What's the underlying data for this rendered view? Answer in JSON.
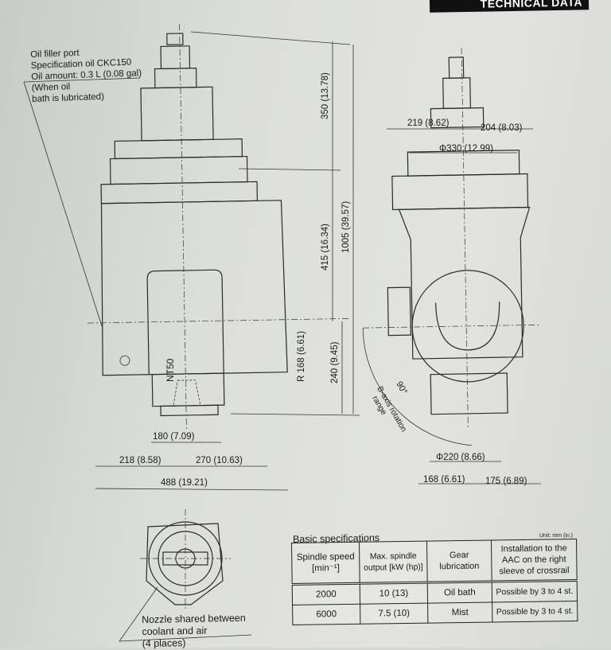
{
  "header": {
    "title": "TECHNICAL DATA"
  },
  "notes": {
    "oil_filler": [
      "Oil filler port",
      "Specification oil CKC150",
      "Oil amount: 0.3 L (0.08 gal)",
      "(When oil",
      "bath is lubricated)"
    ],
    "nozzle": [
      "Nozzle shared between",
      "coolant and air",
      "(4 places)"
    ]
  },
  "dims": {
    "d350": "350 (13.78)",
    "d415": "415 (16.34)",
    "d1005": "1005 (39.57)",
    "r168": "R 168 (6.61)",
    "d240": "240 (9.45)",
    "nt50": "NT50",
    "d180": "180 (7.09)",
    "d218": "218 (8.58)",
    "d270": "270 (10.63)",
    "d488": "488 (19.21)",
    "d219": "219 (8.62)",
    "d204": "204 (8.03)",
    "phi330": "Φ330 (12.99)",
    "angle": "90°",
    "b_axis": "B-axis rotation",
    "b_axis2": "range",
    "phi220": "Φ220 (8.66)",
    "d168": "168 (6.61)",
    "d175": "175 (6.89)"
  },
  "specs": {
    "title": "Basic specifications",
    "unit": "Unit: mm (in.)",
    "columns": [
      "Spindle speed [min⁻¹]",
      "Max. spindle output [kW (hp)]",
      "Gear lubrication",
      "Installation to the AAC on the right sleeve of crossrail"
    ],
    "rows": [
      [
        "2000",
        "10 (13)",
        "Oil bath",
        "Possible by 3 to 4 st."
      ],
      [
        "6000",
        "7.5 (10)",
        "Mist",
        "Possible by 3 to 4 st."
      ]
    ]
  }
}
